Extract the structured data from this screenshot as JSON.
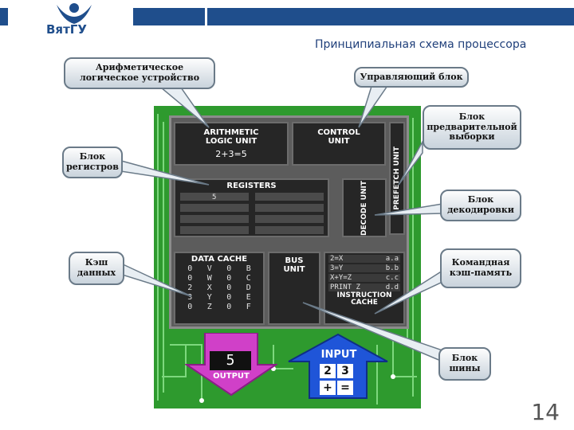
{
  "header": {
    "logo_text": "ВятГУ",
    "title": "Принципиальная схема процессора",
    "page_number": "14"
  },
  "callouts": {
    "alu": "Арифметическое логическое устройство",
    "control": "Управляющий блок",
    "prefetch": "Блок предварительной выборки",
    "registers": "Блок регистров",
    "decode": "Блок декодировки",
    "data_cache": "Кэш данных",
    "instruction_cache": "Командная кэш-память",
    "bus": "Блок шины"
  },
  "cpu": {
    "alu_title": "ARITHMETIC LOGIC UNIT",
    "alu_expr": "2+3=5",
    "control_title": "CONTROL UNIT",
    "prefetch_title": "PREFETCH UNIT",
    "registers_title": "REGISTERS",
    "register_value": "5",
    "decode_title": "DECODE UNIT",
    "data_cache_title": "DATA CACHE",
    "data_cache_rows": [
      {
        "a": "0",
        "b": "V",
        "c": "0",
        "d": "B"
      },
      {
        "a": "0",
        "b": "W",
        "c": "0",
        "d": "C"
      },
      {
        "a": "2",
        "b": "X",
        "c": "0",
        "d": "D"
      },
      {
        "a": "3",
        "b": "Y",
        "c": "0",
        "d": "E"
      },
      {
        "a": "0",
        "b": "Z",
        "c": "0",
        "d": "F"
      }
    ],
    "bus_title": "BUS UNIT",
    "instr_rows": [
      {
        "code": "2=X",
        "addr": "a.a"
      },
      {
        "code": "3=Y",
        "addr": "b.b"
      },
      {
        "code": "X+Y=Z",
        "addr": "c.c"
      },
      {
        "code": "PRINT Z",
        "addr": "d.d"
      }
    ],
    "instr_title": "INSTRUCTION CACHE",
    "output_value": "5",
    "output_label": "OUTPUT",
    "input_label": "INPUT",
    "input_keys": [
      "2",
      "3",
      "+",
      "="
    ]
  }
}
